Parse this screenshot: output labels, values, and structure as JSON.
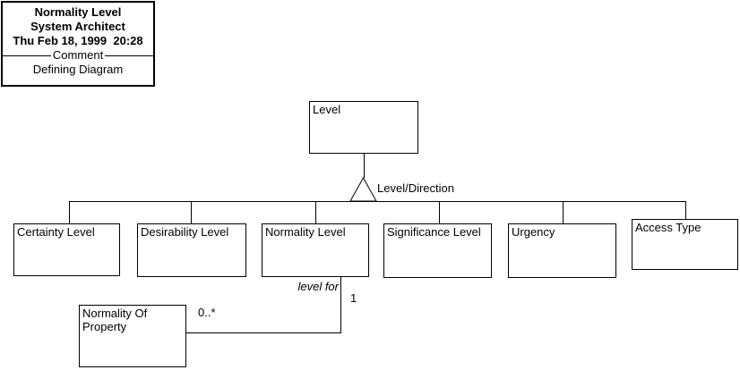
{
  "colors": {
    "background": "#ffffff",
    "line": "#000000",
    "text": "#000000"
  },
  "title_block": {
    "title": "Normality Level",
    "application": "System Architect",
    "timestamp": "Thu Feb 18, 1999  20:28",
    "separator_label": "Comment",
    "diagram_type": "Defining Diagram"
  },
  "diagram": {
    "root": {
      "label": "Level"
    },
    "generalization_label": "Level/Direction",
    "children": [
      {
        "label": "Certainty Level"
      },
      {
        "label": "Desirability Level"
      },
      {
        "label": "Normality Level"
      },
      {
        "label": "Significance Level"
      },
      {
        "label": "Urgency"
      },
      {
        "label": "Access Type"
      }
    ],
    "association": {
      "label": "level for",
      "source_multiplicity": "1",
      "target_multiplicity": "0..*",
      "target": {
        "label": "Normality Of Property"
      }
    }
  }
}
